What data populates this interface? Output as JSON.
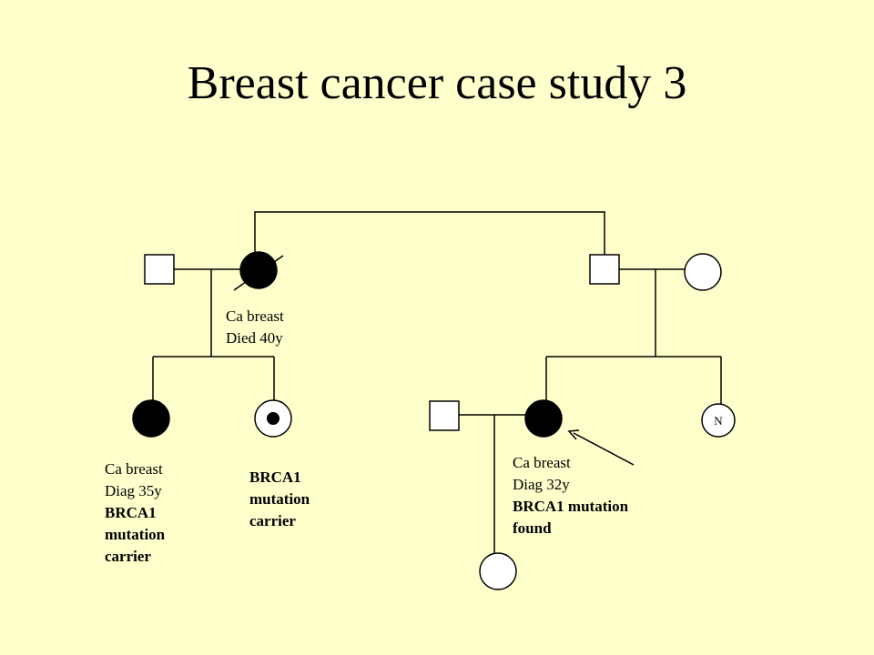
{
  "title": "Breast cancer case study 3",
  "individuals": {
    "grandmother": {
      "label_line1": "Ca breast",
      "label_line2": "Died 40y"
    },
    "daughter_affected": {
      "label_line1": "Ca breast",
      "label_line2": "Diag 35y",
      "label_line3": "BRCA1",
      "label_line4": "mutation",
      "label_line5": "carrier"
    },
    "daughter_carrier": {
      "label_line1": "BRCA1",
      "label_line2": "mutation",
      "label_line3": "carrier"
    },
    "proband": {
      "label_line1": "Ca breast",
      "label_line2": "Diag 32y",
      "label_line3": "BRCA1 mutation",
      "label_line4": "found"
    },
    "sibling_normal": {
      "marker": "N"
    }
  },
  "colors": {
    "background": "#ffffcc",
    "line": "#000000",
    "affected_fill": "#000000"
  }
}
